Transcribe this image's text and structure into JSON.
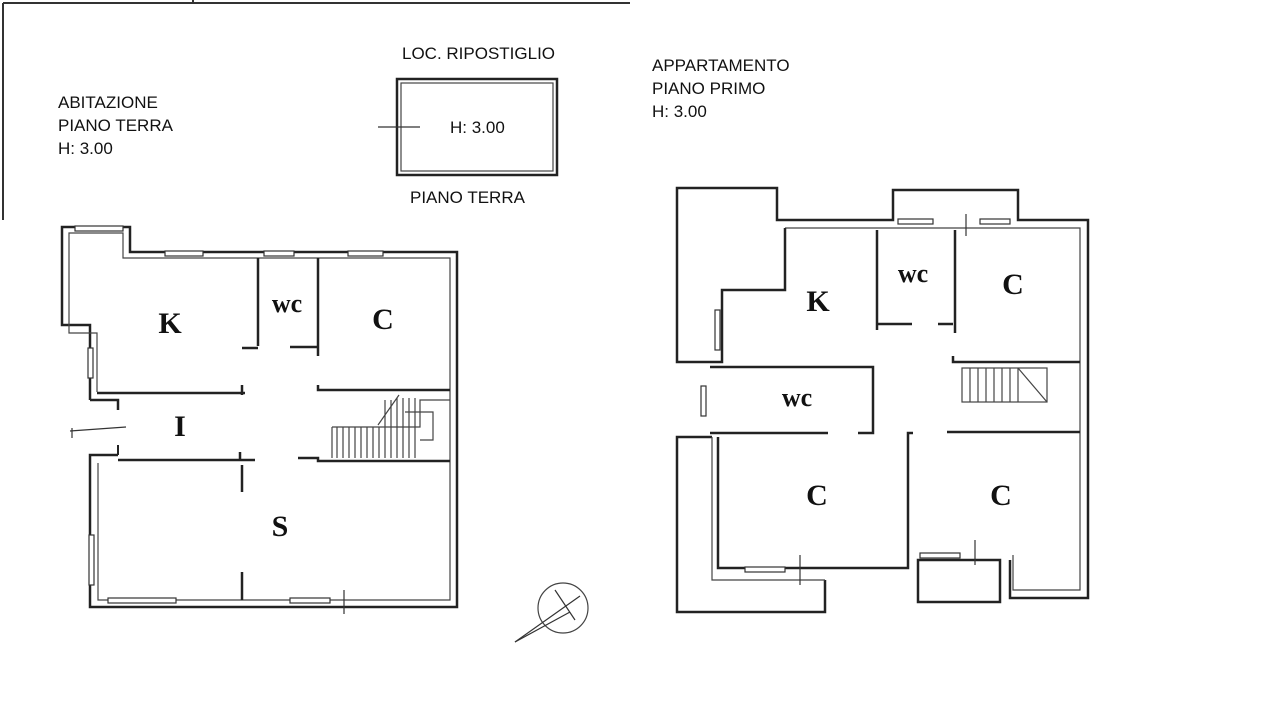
{
  "ground_floor": {
    "title_line1": "ABITAZIONE",
    "title_line2": "PIANO TERRA",
    "height": "H: 3.00",
    "rooms": {
      "kitchen": "K",
      "wc": "wc",
      "bedroom": "C",
      "entrance": "I",
      "living": "S"
    }
  },
  "storage": {
    "title": "LOC. RIPOSTIGLIO",
    "height": "H: 3.00",
    "floor": "PIANO TERRA"
  },
  "first_floor": {
    "title_line1": "APPARTAMENTO",
    "title_line2": "PIANO PRIMO",
    "height": "H: 3.00",
    "rooms": {
      "kitchen": "K",
      "wc1": "wc",
      "bedroom1": "C",
      "wc2": "wc",
      "bedroom2": "C",
      "bedroom3": "C"
    }
  }
}
